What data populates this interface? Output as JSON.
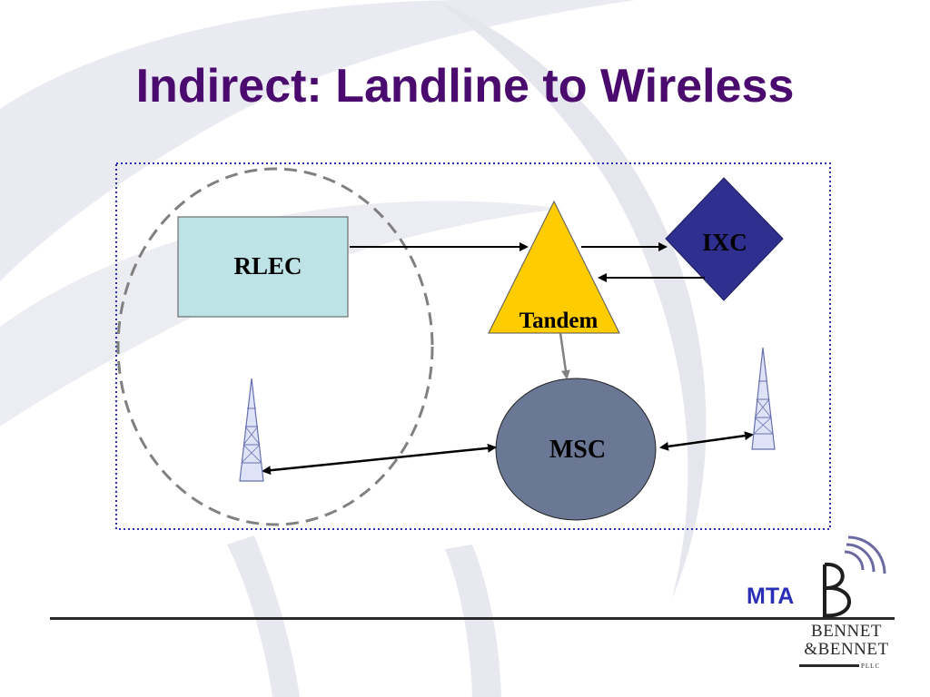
{
  "slide": {
    "title": "Indirect: Landline to Wireless"
  },
  "diagram": {
    "nodes": {
      "rlec": "RLEC",
      "tandem": "Tandem",
      "ixc": "IXC",
      "msc": "MSC"
    },
    "colors": {
      "rlec_fill": "#bde3e6",
      "tandem_fill": "#ffcc00",
      "ixc_fill": "#2e2f8e",
      "msc_fill": "#6a7795",
      "title": "#4b0a6e",
      "frame": "#2b2fb8"
    },
    "icons": [
      "cell-tower-icon",
      "cell-tower-icon"
    ]
  },
  "footer": {
    "tag": "MTA",
    "firm_line1": "BENNET",
    "firm_line2": "&BENNET",
    "firm_suffix": "PLLC"
  }
}
